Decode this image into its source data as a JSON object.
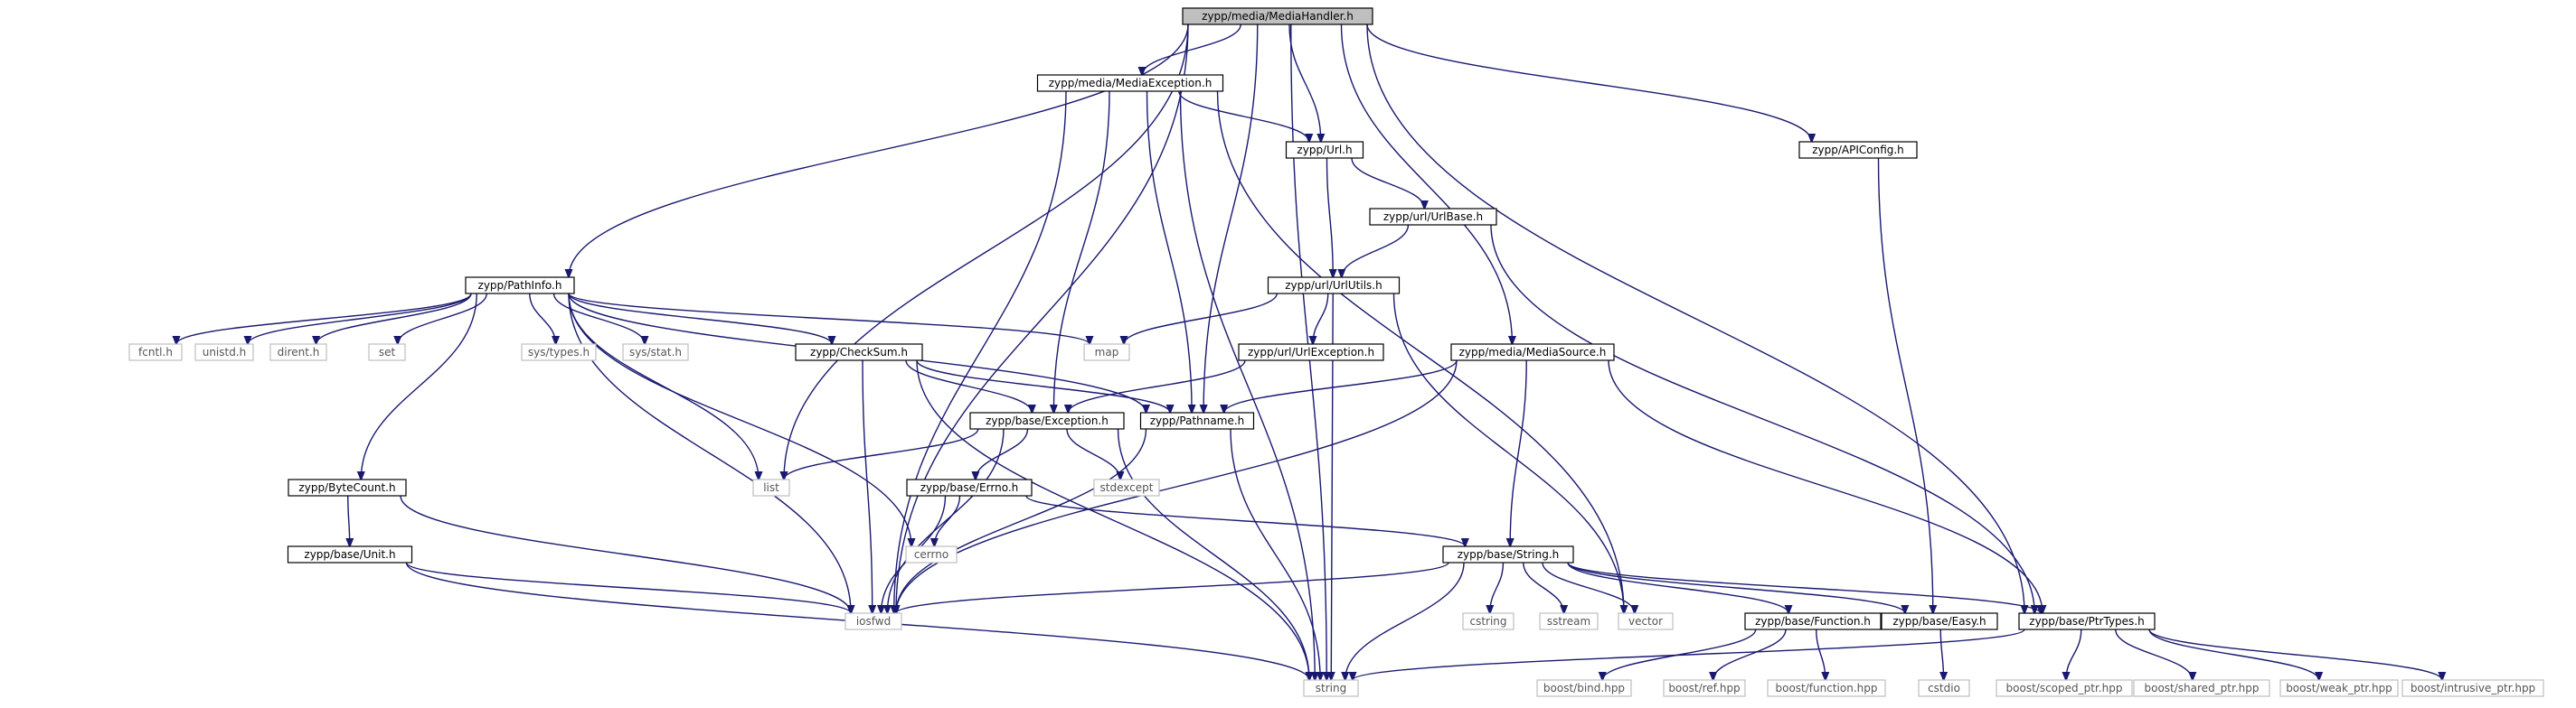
{
  "graph": {
    "nodes": [
      {
        "id": "n_mediahandler",
        "label": "zypp/media/MediaHandler.h",
        "kind": "root"
      },
      {
        "id": "n_mediaexception",
        "label": "zypp/media/MediaException.h",
        "kind": "header"
      },
      {
        "id": "n_url",
        "label": "zypp/Url.h",
        "kind": "header"
      },
      {
        "id": "n_apiconfig",
        "label": "zypp/APIConfig.h",
        "kind": "header"
      },
      {
        "id": "n_urlbase",
        "label": "zypp/url/UrlBase.h",
        "kind": "header"
      },
      {
        "id": "n_urlutils",
        "label": "zypp/url/UrlUtils.h",
        "kind": "header"
      },
      {
        "id": "n_pathinfo",
        "label": "zypp/PathInfo.h",
        "kind": "header"
      },
      {
        "id": "n_fcntl",
        "label": "fcntl.h",
        "kind": "system"
      },
      {
        "id": "n_unistd",
        "label": "unistd.h",
        "kind": "system"
      },
      {
        "id": "n_dirent",
        "label": "dirent.h",
        "kind": "system"
      },
      {
        "id": "n_set",
        "label": "set",
        "kind": "system"
      },
      {
        "id": "n_systypes",
        "label": "sys/types.h",
        "kind": "system"
      },
      {
        "id": "n_sysstat",
        "label": "sys/stat.h",
        "kind": "system"
      },
      {
        "id": "n_checksum",
        "label": "zypp/CheckSum.h",
        "kind": "header"
      },
      {
        "id": "n_map",
        "label": "map",
        "kind": "system"
      },
      {
        "id": "n_urlexception",
        "label": "zypp/url/UrlException.h",
        "kind": "header"
      },
      {
        "id": "n_mediasource",
        "label": "zypp/media/MediaSource.h",
        "kind": "header"
      },
      {
        "id": "n_exception",
        "label": "zypp/base/Exception.h",
        "kind": "header"
      },
      {
        "id": "n_pathname",
        "label": "zypp/Pathname.h",
        "kind": "header"
      },
      {
        "id": "n_list",
        "label": "list",
        "kind": "system"
      },
      {
        "id": "n_stdexcept",
        "label": "stdexcept",
        "kind": "system"
      },
      {
        "id": "n_bytecount",
        "label": "zypp/ByteCount.h",
        "kind": "header"
      },
      {
        "id": "n_errno",
        "label": "zypp/base/Errno.h",
        "kind": "header"
      },
      {
        "id": "n_cerrno",
        "label": "cerrno",
        "kind": "system"
      },
      {
        "id": "n_unit",
        "label": "zypp/base/Unit.h",
        "kind": "header"
      },
      {
        "id": "n_string_h",
        "label": "zypp/base/String.h",
        "kind": "header"
      },
      {
        "id": "n_iosfwd",
        "label": "iosfwd",
        "kind": "system"
      },
      {
        "id": "n_cstring",
        "label": "cstring",
        "kind": "system"
      },
      {
        "id": "n_sstream",
        "label": "sstream",
        "kind": "system"
      },
      {
        "id": "n_vector",
        "label": "vector",
        "kind": "system"
      },
      {
        "id": "n_function",
        "label": "zypp/base/Function.h",
        "kind": "header"
      },
      {
        "id": "n_easy",
        "label": "zypp/base/Easy.h",
        "kind": "header"
      },
      {
        "id": "n_ptrtypes",
        "label": "zypp/base/PtrTypes.h",
        "kind": "header"
      },
      {
        "id": "n_string",
        "label": "string",
        "kind": "system"
      },
      {
        "id": "n_bind",
        "label": "boost/bind.hpp",
        "kind": "system"
      },
      {
        "id": "n_ref",
        "label": "boost/ref.hpp",
        "kind": "system"
      },
      {
        "id": "n_bfunction",
        "label": "boost/function.hpp",
        "kind": "system"
      },
      {
        "id": "n_cstdio",
        "label": "cstdio",
        "kind": "system"
      },
      {
        "id": "n_scoped",
        "label": "boost/scoped_ptr.hpp",
        "kind": "system"
      },
      {
        "id": "n_shared",
        "label": "boost/shared_ptr.hpp",
        "kind": "system"
      },
      {
        "id": "n_weak",
        "label": "boost/weak_ptr.hpp",
        "kind": "system"
      },
      {
        "id": "n_intrusive",
        "label": "boost/intrusive_ptr.hpp",
        "kind": "system"
      }
    ],
    "edges": [
      [
        "n_mediahandler",
        "n_mediaexception"
      ],
      [
        "n_mediahandler",
        "n_url"
      ],
      [
        "n_mediahandler",
        "n_apiconfig"
      ],
      [
        "n_mediahandler",
        "n_pathinfo"
      ],
      [
        "n_mediahandler",
        "n_list"
      ],
      [
        "n_mediahandler",
        "n_pathname"
      ],
      [
        "n_mediahandler",
        "n_mediasource"
      ],
      [
        "n_mediahandler",
        "n_iosfwd"
      ],
      [
        "n_mediahandler",
        "n_ptrtypes"
      ],
      [
        "n_mediahandler",
        "n_string"
      ],
      [
        "n_mediaexception",
        "n_url"
      ],
      [
        "n_mediaexception",
        "n_exception"
      ],
      [
        "n_mediaexception",
        "n_pathname"
      ],
      [
        "n_mediaexception",
        "n_iosfwd"
      ],
      [
        "n_mediaexception",
        "n_string"
      ],
      [
        "n_mediaexception",
        "n_vector"
      ],
      [
        "n_url",
        "n_urlbase"
      ],
      [
        "n_url",
        "n_urlutils"
      ],
      [
        "n_urlbase",
        "n_urlutils"
      ],
      [
        "n_urlbase",
        "n_ptrtypes"
      ],
      [
        "n_apiconfig",
        "n_easy"
      ],
      [
        "n_urlutils",
        "n_map"
      ],
      [
        "n_urlutils",
        "n_urlexception"
      ],
      [
        "n_urlutils",
        "n_string"
      ],
      [
        "n_urlutils",
        "n_vector"
      ],
      [
        "n_urlexception",
        "n_exception"
      ],
      [
        "n_pathinfo",
        "n_fcntl"
      ],
      [
        "n_pathinfo",
        "n_unistd"
      ],
      [
        "n_pathinfo",
        "n_dirent"
      ],
      [
        "n_pathinfo",
        "n_set"
      ],
      [
        "n_pathinfo",
        "n_systypes"
      ],
      [
        "n_pathinfo",
        "n_sysstat"
      ],
      [
        "n_pathinfo",
        "n_checksum"
      ],
      [
        "n_pathinfo",
        "n_map"
      ],
      [
        "n_pathinfo",
        "n_pathname"
      ],
      [
        "n_pathinfo",
        "n_list"
      ],
      [
        "n_pathinfo",
        "n_bytecount"
      ],
      [
        "n_pathinfo",
        "n_iosfwd"
      ],
      [
        "n_pathinfo",
        "n_cerrno"
      ],
      [
        "n_checksum",
        "n_exception"
      ],
      [
        "n_checksum",
        "n_pathname"
      ],
      [
        "n_checksum",
        "n_iosfwd"
      ],
      [
        "n_checksum",
        "n_string"
      ],
      [
        "n_mediasource",
        "n_pathname"
      ],
      [
        "n_mediasource",
        "n_string_h"
      ],
      [
        "n_mediasource",
        "n_iosfwd"
      ],
      [
        "n_mediasource",
        "n_ptrtypes"
      ],
      [
        "n_exception",
        "n_list"
      ],
      [
        "n_exception",
        "n_stdexcept"
      ],
      [
        "n_exception",
        "n_errno"
      ],
      [
        "n_exception",
        "n_iosfwd"
      ],
      [
        "n_exception",
        "n_string"
      ],
      [
        "n_pathname",
        "n_iosfwd"
      ],
      [
        "n_pathname",
        "n_string"
      ],
      [
        "n_errno",
        "n_cerrno"
      ],
      [
        "n_errno",
        "n_iosfwd"
      ],
      [
        "n_errno",
        "n_string_h"
      ],
      [
        "n_bytecount",
        "n_unit"
      ],
      [
        "n_bytecount",
        "n_iosfwd"
      ],
      [
        "n_unit",
        "n_iosfwd"
      ],
      [
        "n_unit",
        "n_string"
      ],
      [
        "n_string_h",
        "n_iosfwd"
      ],
      [
        "n_string_h",
        "n_cstring"
      ],
      [
        "n_string_h",
        "n_sstream"
      ],
      [
        "n_string_h",
        "n_vector"
      ],
      [
        "n_string_h",
        "n_function"
      ],
      [
        "n_string_h",
        "n_easy"
      ],
      [
        "n_string_h",
        "n_ptrtypes"
      ],
      [
        "n_string_h",
        "n_string"
      ],
      [
        "n_function",
        "n_bind"
      ],
      [
        "n_function",
        "n_ref"
      ],
      [
        "n_function",
        "n_bfunction"
      ],
      [
        "n_easy",
        "n_cstdio"
      ],
      [
        "n_ptrtypes",
        "n_string"
      ],
      [
        "n_ptrtypes",
        "n_scoped"
      ],
      [
        "n_ptrtypes",
        "n_shared"
      ],
      [
        "n_ptrtypes",
        "n_weak"
      ],
      [
        "n_ptrtypes",
        "n_intrusive"
      ]
    ]
  }
}
